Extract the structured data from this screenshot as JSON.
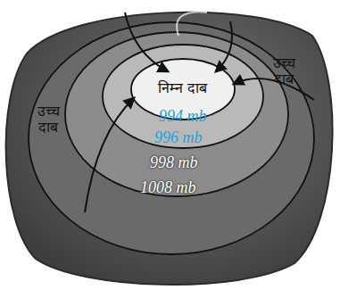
{
  "diagram": {
    "labels": [
      "उच्च दाब",
      "उच्च दाब",
      "निम्न दाब",
      "994 mb",
      "996 mb",
      "998 mb",
      "1008 mb"
    ]
  }
}
